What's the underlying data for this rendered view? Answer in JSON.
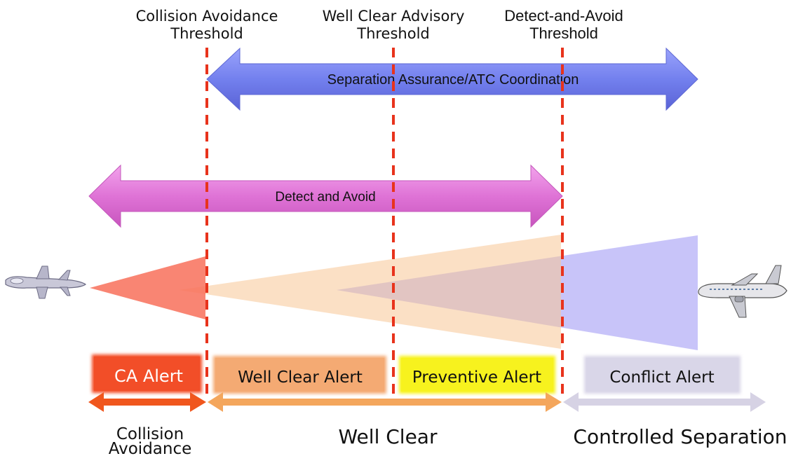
{
  "thresholds": {
    "collision_avoidance": {
      "line1": "Collision Avoidance",
      "line2": "Threshold"
    },
    "well_clear_advisory": {
      "line1": "Well Clear Advisory",
      "line2": "Threshold"
    },
    "detect_and_avoid": {
      "line1": "Detect-and-Avoid",
      "line2": "Threshold"
    }
  },
  "arrows": {
    "separation_assurance": "Separation Assurance/ATC Coordination",
    "detect_and_avoid": "Detect and Avoid"
  },
  "alerts": {
    "ca": "CA Alert",
    "well_clear": "Well Clear Alert",
    "preventive": "Preventive Alert",
    "conflict": "Conflict Alert"
  },
  "regions": {
    "collision_avoidance": {
      "line1": "Collision",
      "line2": "Avoidance"
    },
    "well_clear": "Well Clear",
    "controlled_separation": "Controlled Separation"
  },
  "icons": {
    "uav": "uav-drone-icon",
    "airliner": "airliner-icon"
  },
  "colors": {
    "threshold_line": "#e8331c",
    "separation_arrow": "#7b86f2",
    "daa_arrow": "#e27ad9",
    "ca_alert": "#f24e28",
    "well_clear_alert": "#f4aa73",
    "preventive_alert": "#f7f21e",
    "conflict_alert": "#d9d6e8"
  }
}
